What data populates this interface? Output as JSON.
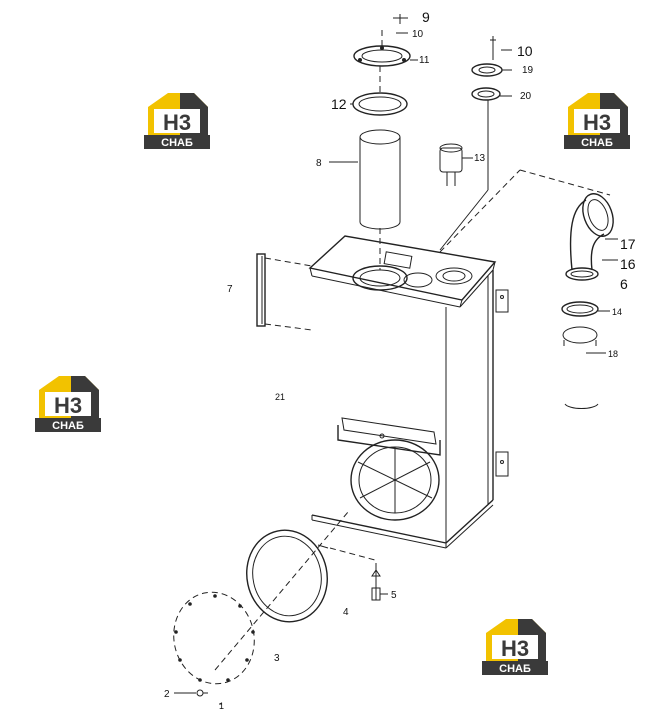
{
  "watermark": {
    "logo_main": "H3",
    "logo_sub": "СНАБ",
    "colors": {
      "yellow": "#f2c200",
      "dark": "#3a3a3a",
      "white": "#ffffff"
    }
  },
  "callouts": {
    "c1": "1",
    "c2": "2",
    "c3": "3",
    "c4": "4",
    "c5": "5",
    "c6": "6",
    "c7": "7",
    "c8": "8",
    "c9": "9",
    "c10a": "10",
    "c10b": "10",
    "c11": "11",
    "c12": "12",
    "c13": "13",
    "c14": "14",
    "c16": "16",
    "c17": "17",
    "c18": "18",
    "c19": "19",
    "c20": "20",
    "c21": "21"
  }
}
